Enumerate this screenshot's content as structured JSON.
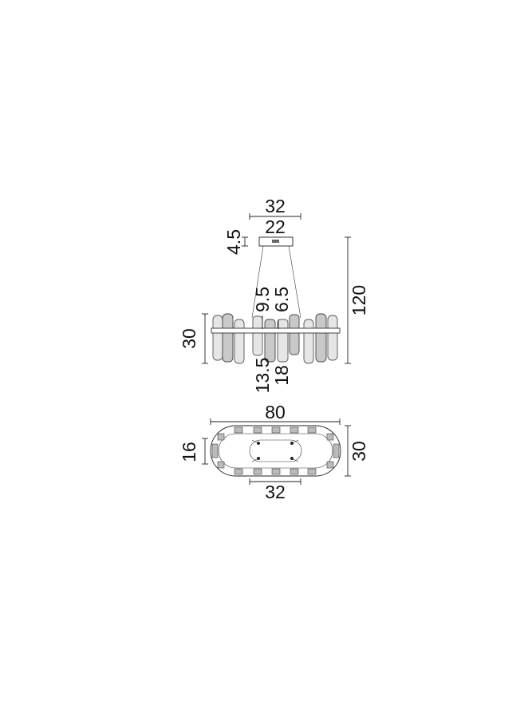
{
  "side_view": {
    "canopy_width": "32",
    "canopy_base": "22",
    "canopy_height": "4.5",
    "overall_height": "120",
    "body_height": "30",
    "upper_short": "9.5",
    "upper_inner": "6.5",
    "lower_short": "13.5",
    "lower_inner": "18"
  },
  "top_view": {
    "length": "80",
    "inner_width": "16",
    "outer_width": "30",
    "inner_length": "32"
  }
}
